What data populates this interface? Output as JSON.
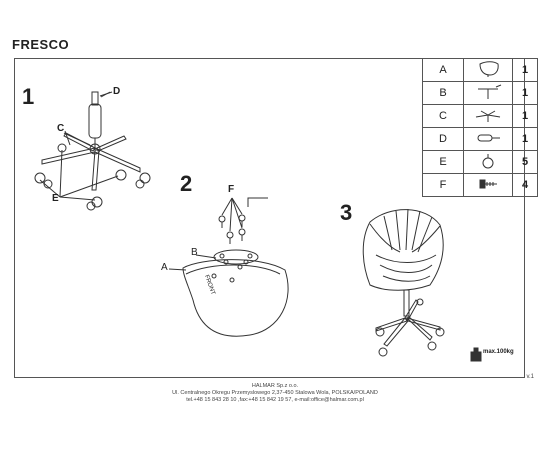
{
  "product_title": "FRESCO",
  "steps": [
    "1",
    "2",
    "3"
  ],
  "parts": [
    {
      "letter": "A",
      "icon": "seat-icon",
      "qty": "1"
    },
    {
      "letter": "B",
      "icon": "mechanism-plate-icon",
      "qty": "1"
    },
    {
      "letter": "C",
      "icon": "star-base-icon",
      "qty": "1"
    },
    {
      "letter": "D",
      "icon": "gas-lift-icon",
      "qty": "1"
    },
    {
      "letter": "E",
      "icon": "caster-wheel-icon",
      "qty": "5"
    },
    {
      "letter": "F",
      "icon": "screw-icon",
      "qty": "4"
    }
  ],
  "labels": {
    "d": "D",
    "c": "C",
    "e": "E",
    "f": "F",
    "b": "B",
    "a": "A",
    "front": "FRONT"
  },
  "max_weight": "max.100kg",
  "version": "v.1",
  "footer": {
    "line1": "HALMAR Sp.z o.o.",
    "line2": "Ul. Centralnego Okregu Przemyslowego 2,37-450 Stalowa Wola, POLSKA/POLAND",
    "line3": "tel.+48 15 843 28 10 ,fax:+48 15 842 19 57, e-mail:office@halmar.com.pl"
  }
}
